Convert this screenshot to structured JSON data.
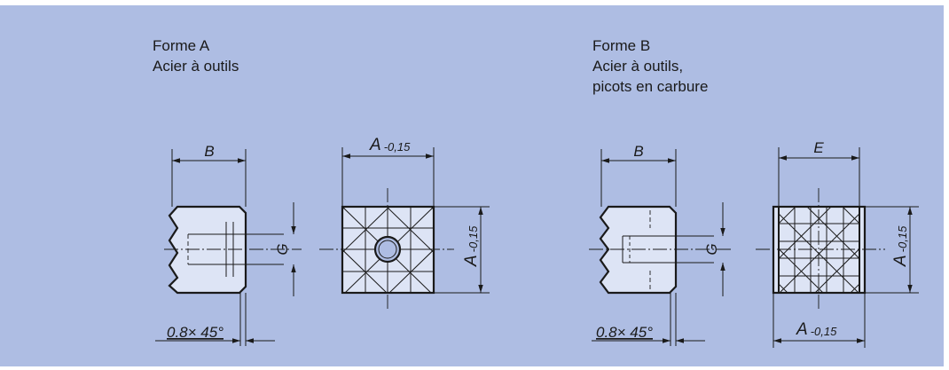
{
  "form_a": {
    "title": "Forme A",
    "material": "Acier à outils",
    "dim_width": "B",
    "dim_side": "A",
    "dim_side_tolerance": "-0,15",
    "dim_bore": "G",
    "chamfer": "0.8× 45°"
  },
  "form_b": {
    "title": "Forme B",
    "material": "Acier à outils,",
    "material_note": "picots en carbure",
    "dim_width": "B",
    "dim_face": "E",
    "dim_side": "A",
    "dim_side_tolerance": "-0,15",
    "dim_bore": "G",
    "chamfer": "0.8× 45°"
  },
  "colors": {
    "background": "#aebde3",
    "block_fill": "#dde4f5",
    "line": "#1a1a1a"
  }
}
